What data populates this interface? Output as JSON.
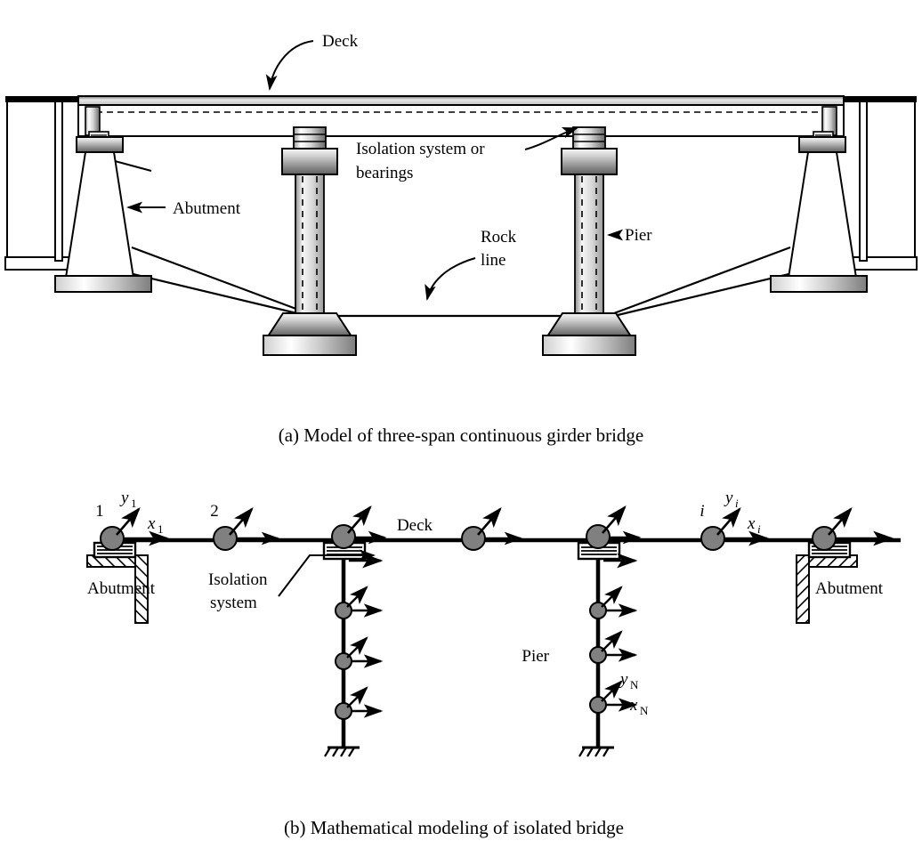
{
  "figure": {
    "panel_a": {
      "caption": "(a) Model of three-span continuous girder bridge",
      "labels": {
        "deck": "Deck",
        "isolation_line1": "Isolation system or",
        "isolation_line2": "bearings",
        "abutment": "Abutment",
        "rock_line1": "Rock",
        "rock_line2": "line",
        "pier": "Pier"
      }
    },
    "panel_b": {
      "caption": "(b) Mathematical modeling of isolated bridge",
      "labels": {
        "deck": "Deck",
        "abutment_left": "Abutment",
        "abutment_right": "Abutment",
        "isolation_line1": "Isolation",
        "isolation_line2": "system",
        "pier": "Pier",
        "node1": "1",
        "node2": "2",
        "node_i": "i",
        "dof_y1_base": "y",
        "dof_y1_sub": "1",
        "dof_x1_base": "x",
        "dof_x1_sub": "1",
        "dof_yi_base": "y",
        "dof_yi_sub": "i",
        "dof_xi_base": "x",
        "dof_xi_sub": "i",
        "dof_yN_base": "y",
        "dof_yN_sub": "N",
        "dof_xN_base": "x",
        "dof_xN_sub": "N"
      }
    }
  },
  "colors": {
    "stroke": "#000000",
    "node_fill": "#808080",
    "background": "#ffffff",
    "metal_light": "#f2f2f2",
    "metal_mid": "#b8b8b8",
    "metal_dark": "#6e6e6e"
  }
}
